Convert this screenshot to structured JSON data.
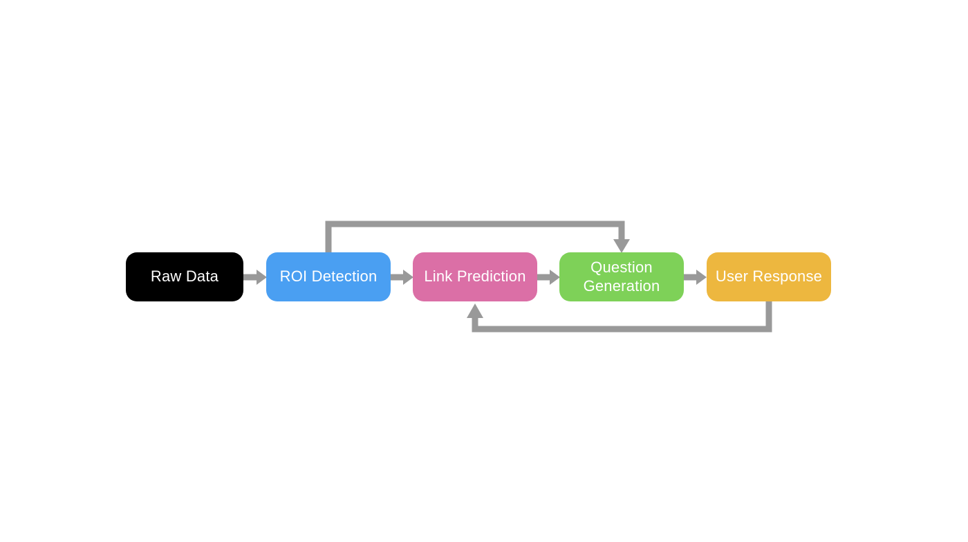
{
  "diagram": {
    "background": "#ffffff",
    "arrow_color": "#999999",
    "nodes": [
      {
        "id": "raw-data",
        "label": "Raw Data",
        "color": "#000000",
        "text_color": "#ffffff"
      },
      {
        "id": "roi-detection",
        "label": "ROI Detection",
        "color": "#4a9ff2",
        "text_color": "#ffffff"
      },
      {
        "id": "link-prediction",
        "label": "Link Prediction",
        "color": "#db6fa6",
        "text_color": "#ffffff"
      },
      {
        "id": "question-generation",
        "label": "Question Generation",
        "color": "#7ed158",
        "text_color": "#ffffff"
      },
      {
        "id": "user-response",
        "label": "User Response",
        "color": "#edb73f",
        "text_color": "#ffffff"
      }
    ],
    "edges": [
      {
        "from": "Raw Data",
        "to": "ROI Detection",
        "kind": "forward"
      },
      {
        "from": "ROI Detection",
        "to": "Link Prediction",
        "kind": "forward"
      },
      {
        "from": "Link Prediction",
        "to": "Question Generation",
        "kind": "forward"
      },
      {
        "from": "Question Generation",
        "to": "User Response",
        "kind": "forward"
      },
      {
        "from": "ROI Detection",
        "to": "Question Generation",
        "kind": "skip-over-top"
      },
      {
        "from": "User Response",
        "to": "Link Prediction",
        "kind": "feedback-under-bottom"
      }
    ]
  }
}
